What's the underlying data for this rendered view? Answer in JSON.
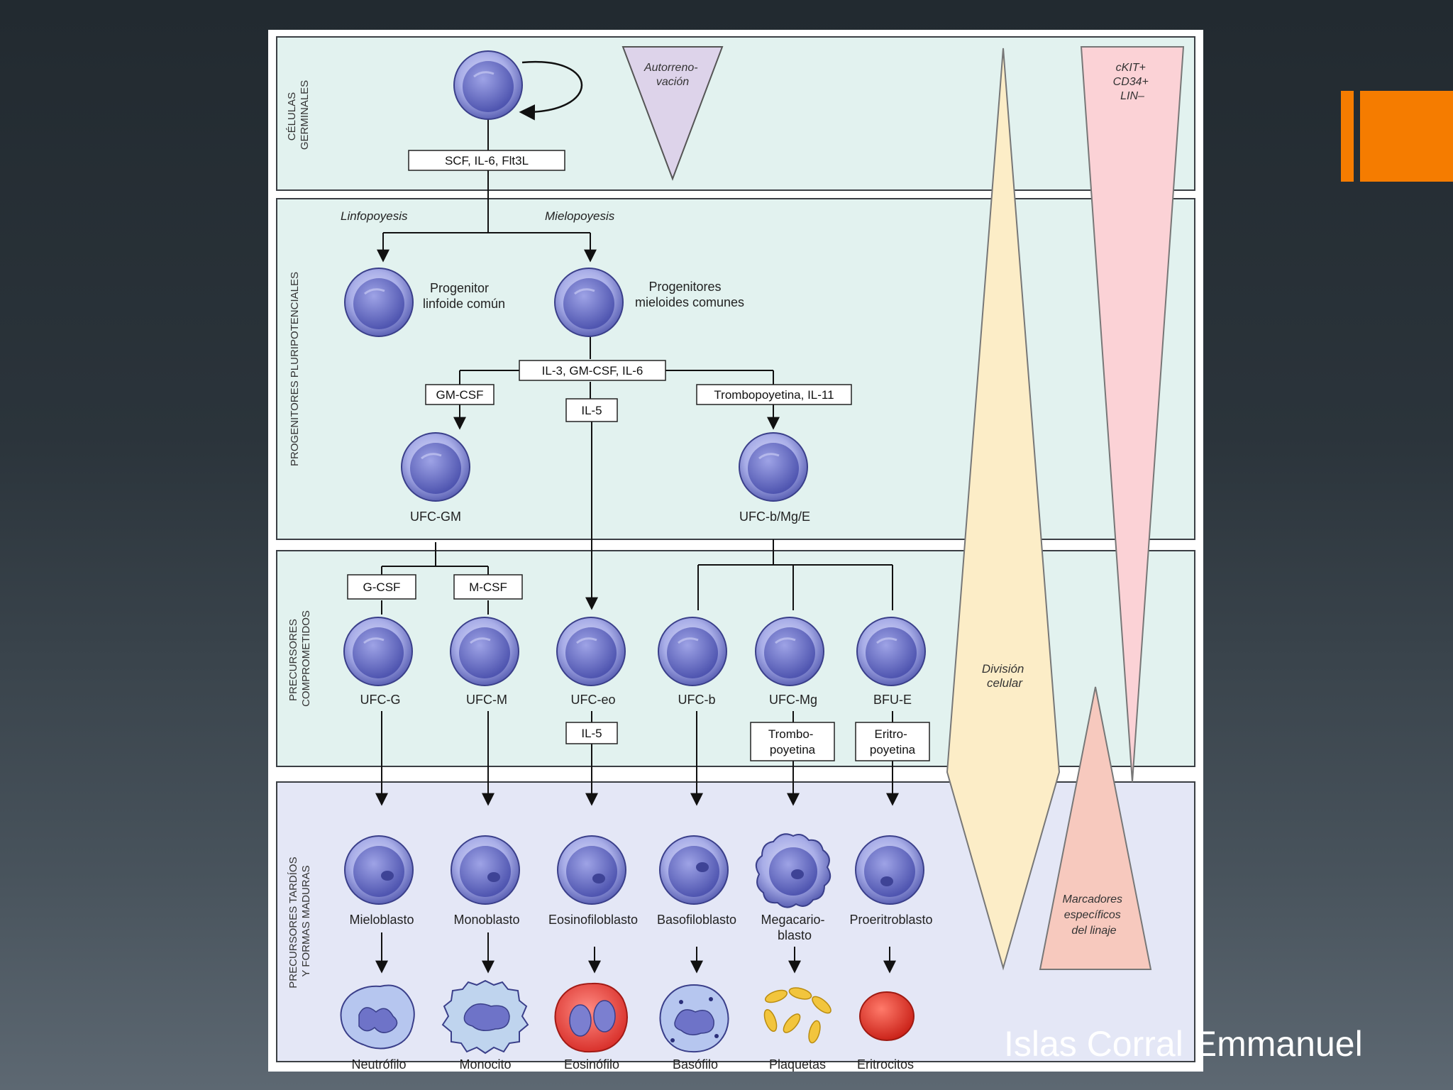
{
  "colors": {
    "accent": "#f57c00",
    "panel_green": "#e2f2ef",
    "panel_blue": "#e4e7f6",
    "autorenovacion_triangle": "#ddd3ea",
    "division_triangle": "#fcedc7",
    "markers_triangle": "#fbd2d6",
    "lineage_triangle": "#f7c9be",
    "cell_blue": "#6e73c8"
  },
  "author": "Islas Corral Emmanuel",
  "zones": {
    "germinales": [
      "CÉLULAS",
      "GERMINALES"
    ],
    "pluripotenciales": [
      "PROGENITORES PLURIPOTENCIALES"
    ],
    "comprometidos": [
      "PRECURSORES",
      "COMPROMETIDOS"
    ],
    "tardios": [
      "PRECURSORES TARDÍOS",
      "Y FORMAS MADURAS"
    ]
  },
  "triangles": {
    "autorrenovacion": [
      "Autorreno-",
      "vación"
    ],
    "markers": [
      "cKIT+",
      "CD34+",
      "LIN–"
    ],
    "division": [
      "División",
      "celular"
    ],
    "lineage": [
      "Marcadores",
      "específicos",
      "del linaje"
    ]
  },
  "factors": {
    "stem": "SCF, IL-6, Flt3L",
    "myeloid": "IL-3, GM-CSF, IL-6",
    "gmcsf": "GM-CSF",
    "il5_top": "IL-5",
    "trombo_il11": "Trombopoyetina, IL-11",
    "gcsf": "G-CSF",
    "mcsf": "M-CSF",
    "il5_bottom": "IL-5",
    "trombopoyetina": [
      "Trombo-",
      "poyetina"
    ],
    "eritropoyetina": [
      "Eritro-",
      "poyetina"
    ]
  },
  "pathways": {
    "linfo": "Linfopoyesis",
    "mielo": "Mielopoyesis"
  },
  "progenitors": {
    "linfoide": [
      "Progenitor",
      "linfoide común"
    ],
    "mieloide": [
      "Progenitores",
      "mieloides comunes"
    ],
    "ufc_gm": "UFC-GM",
    "ufc_bmge": "UFC-b/Mg/E"
  },
  "committed": [
    "UFC-G",
    "UFC-M",
    "UFC-eo",
    "UFC-b",
    "UFC-Mg",
    "BFU-E"
  ],
  "blasts": [
    "Mieloblasto",
    "Monoblasto",
    "Eosinofiloblasto",
    "Basofiloblasto",
    [
      "Megacario-",
      "blasto"
    ],
    "Proeritroblasto"
  ],
  "mature": [
    "Neutrófilo",
    "Monocito",
    "Eosinófilo",
    "Basófilo",
    "Plaquetas",
    "Eritrocitos"
  ]
}
